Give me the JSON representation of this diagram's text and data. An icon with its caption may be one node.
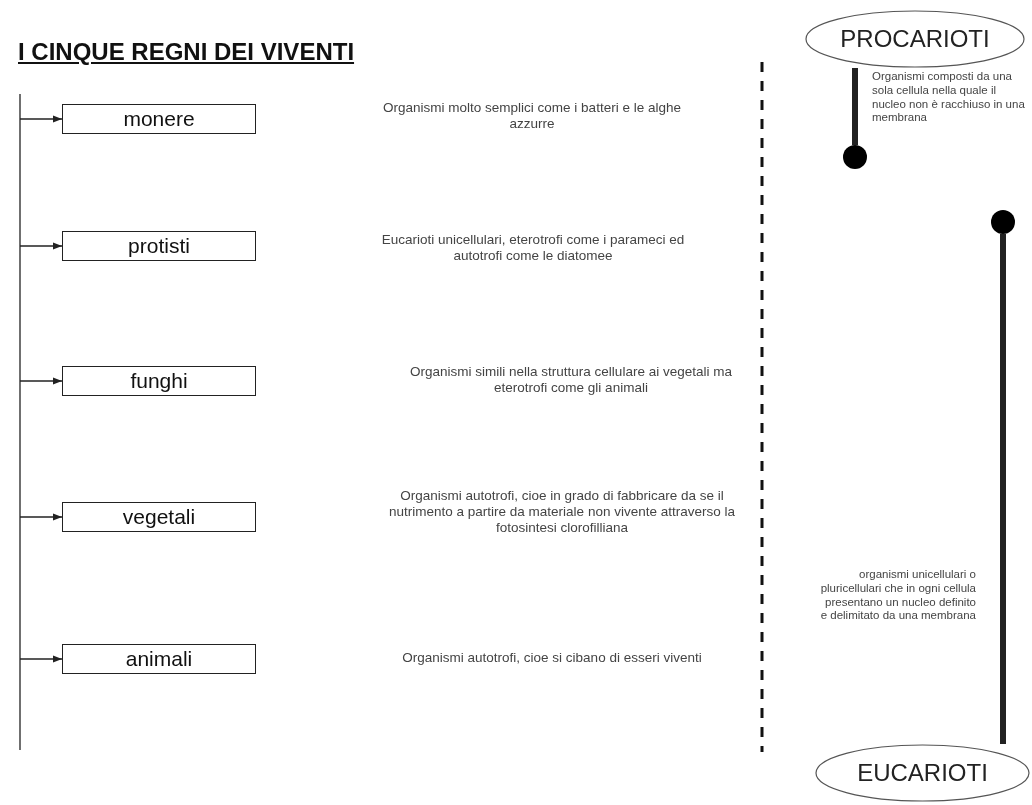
{
  "diagram": {
    "title": "I CINQUE REGNI DEI VIVENTI",
    "nodes": [
      {
        "text": [
          "monere"
        ]
      },
      {
        "text": [
          "protisti"
        ]
      },
      {
        "text": [
          "funghi"
        ]
      },
      {
        "text": [
          "vegetali"
        ]
      },
      {
        "text": [
          "animali"
        ]
      },
      {
        "text": [
          "PROCARIOTI"
        ],
        "beside": [
          "Organismi composti da una sola cellula nella quale il nucleo non è racchiuso in una membrana"
        ]
      },
      {
        "text": [],
        "shape": "circle"
      },
      {
        "text": [],
        "shape": "circle"
      },
      {
        "text": [
          "EUCARIOTI"
        ]
      }
    ],
    "edges": [
      {
        "from": null,
        "to": 0,
        "arrow": "to"
      },
      {
        "from": null,
        "to": 1,
        "arrow": "to"
      },
      {
        "from": null,
        "to": 2,
        "arrow": "to"
      },
      {
        "from": null,
        "to": 3,
        "arrow": "to"
      },
      {
        "from": null,
        "to": 4,
        "arrow": "to"
      },
      {
        "from": 5,
        "to": 6,
        "arrow": "none",
        "style": "thick"
      },
      {
        "from": 7,
        "to": 8,
        "arrow": "none",
        "style": "thick"
      }
    ],
    "labels": [
      "Organismi molto semplici come i batteri e le alghe azzurre",
      "Eucarioti unicellulari, eterotrofi come i parameci ed autotrofi come le diatomee",
      "Organismi simili nella struttura cellulare ai vegetali ma eterotrofi come gli animali",
      "Organismi autotrofi, cioe in grado di fabbricare da se il nutrimento a partire da materiale non vivente attraverso la fotosintesi clorofilliana",
      "organismi unicellulari o pluricellulari che in ogni cellula presentano un nucleo definito e delimitato da una membrana",
      "Organismi autotrofi, cioe si cibano di esseri viventi"
    ]
  }
}
